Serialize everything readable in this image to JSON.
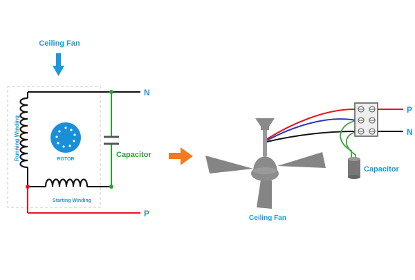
{
  "schematic": {
    "title": "Ceiling Fan",
    "running_winding": "Running Winding",
    "rotor": "ROTOR",
    "starting_winding": "Starting Winding",
    "capacitor": "Capacitor",
    "neutral": "N",
    "phase": "P"
  },
  "wiring": {
    "fan_label": "Ceiling Fan",
    "capacitor": "Capacitor",
    "phase": "P",
    "neutral": "N"
  },
  "colors": {
    "label_blue": "#1a9ad6",
    "label_green": "#2aa032",
    "arrow_blue": "#2196e0",
    "arrow_orange": "#f47a20",
    "wire_red": "#e8141b",
    "wire_black": "#111111",
    "wire_blue": "#2a38b8",
    "wire_green": "#3aa33a",
    "fan_gray": "#808080",
    "rotor_blue": "#1a8fd8"
  },
  "icons": {
    "down_arrow": "down-arrow-icon",
    "right_arrow": "right-arrow-icon"
  }
}
